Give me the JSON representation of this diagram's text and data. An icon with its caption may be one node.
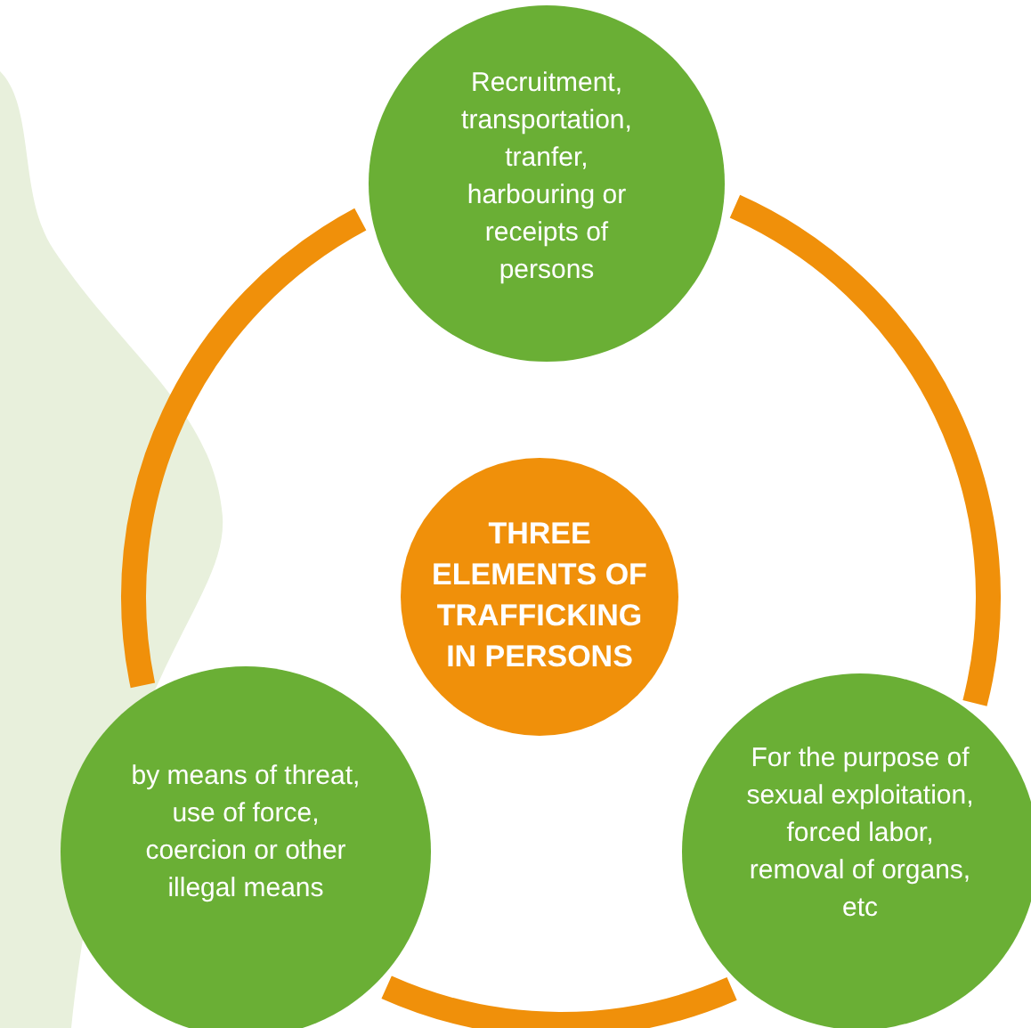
{
  "diagram": {
    "nodes": [
      {
        "text": [
          "Recruitment, transportation, tranfer, harbouring or receipts of persons"
        ]
      },
      {
        "text": [
          "THREE ELEMENTS OF TRAFFICKING IN PERSONS"
        ]
      },
      {
        "text": [
          "by means of threat, use of force, coercion or other illegal means"
        ]
      },
      {
        "text": [
          "For the purpose of sexual exploitation, forced labor, removal of organs, etc"
        ]
      }
    ],
    "edges": [
      {
        "from": 0,
        "to": 3,
        "arrow": "none"
      },
      {
        "from": 3,
        "to": 2,
        "arrow": "none"
      },
      {
        "from": 2,
        "to": 0,
        "arrow": "none"
      }
    ]
  }
}
